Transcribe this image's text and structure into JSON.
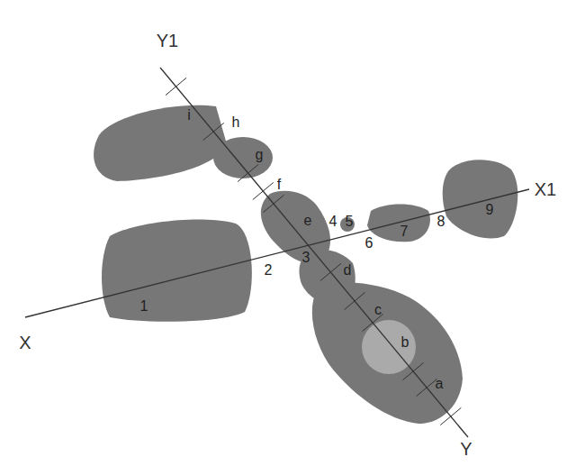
{
  "diagram": {
    "labels": [
      "Y1",
      "X1",
      "X",
      "Y",
      "1",
      "2",
      "3",
      "4",
      "5",
      "6",
      "7",
      "8",
      "9",
      "a",
      "b",
      "c",
      "d",
      "e",
      "f",
      "g",
      "h",
      "i"
    ]
  }
}
